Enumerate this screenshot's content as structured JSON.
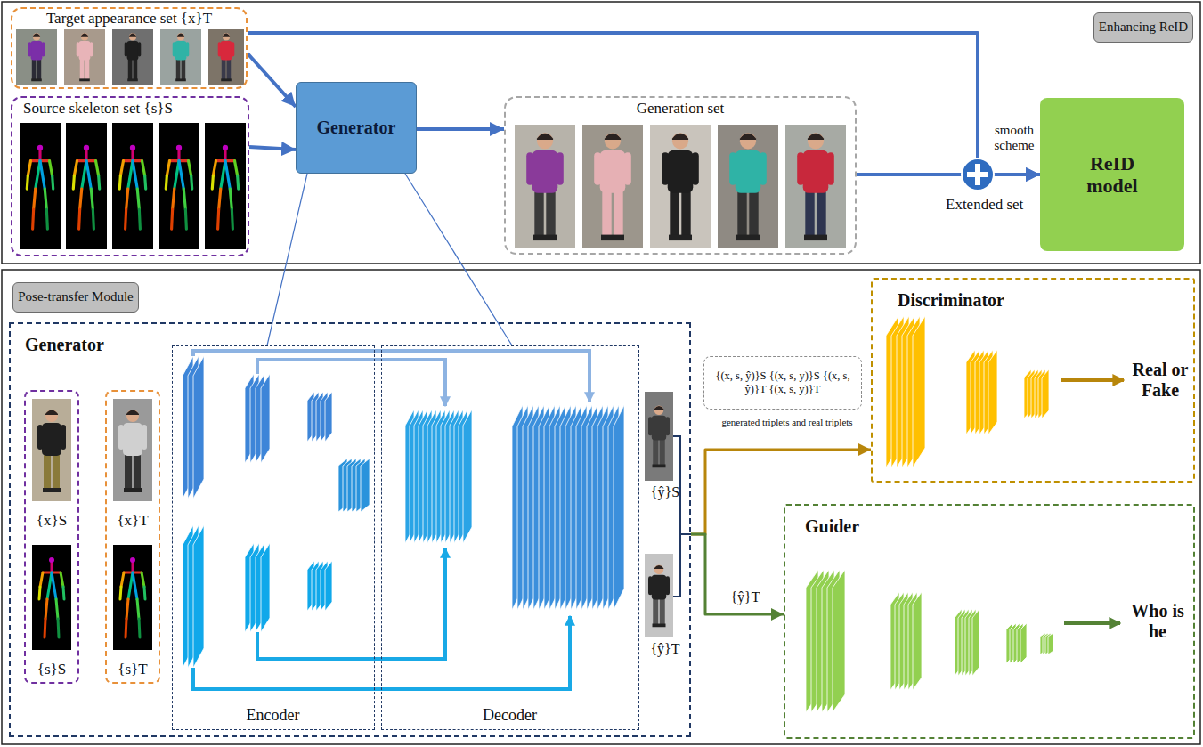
{
  "diagram": {
    "nodes": [
      {
        "text": [
          "Enhancing ReID"
        ]
      },
      {
        "text": [
          "Target appearance set {x}T"
        ]
      },
      {
        "text": [
          "Source skeleton set {s}S"
        ]
      },
      {
        "text": [
          "Generator"
        ]
      },
      {
        "text": [
          "Generation set"
        ]
      },
      {
        "text": [
          "ReID model"
        ]
      },
      {
        "text": [
          "Pose-transfer Module"
        ]
      },
      {
        "text": [
          "Generator"
        ]
      },
      {
        "text": [
          "{x}S",
          "{s}S"
        ],
        "in": 7
      },
      {
        "text": [
          "{x}T",
          "{s}T"
        ],
        "in": 7
      },
      {
        "text": [
          "Encoder"
        ],
        "in": 7
      },
      {
        "text": [
          "Decoder"
        ],
        "in": 7
      },
      {
        "text": [
          "{(x, s, ŷ)}S {(x, s, y)}S {(x, s, ŷ)}T {(x, s, y)}T"
        ]
      },
      {
        "text": [
          "Discriminator",
          "Real or Fake"
        ]
      },
      {
        "text": [
          "Guider",
          "Who is he"
        ]
      }
    ],
    "edges": [
      {
        "from": 1,
        "to": 3,
        "arrow": "to"
      },
      {
        "from": 2,
        "to": 3,
        "arrow": "to"
      },
      {
        "from": 3,
        "to": 4,
        "arrow": "to"
      },
      {
        "from": 4,
        "to": 5,
        "arrow": "to"
      },
      {
        "from": 1,
        "to": 5,
        "arrow": "to"
      },
      {
        "from": 3,
        "to": 10,
        "arrow": "none"
      },
      {
        "from": 3,
        "to": 11,
        "arrow": "none"
      },
      {
        "from": 7,
        "to": 13,
        "label": "generated triplets and real triplets",
        "arrow": "to"
      },
      {
        "from": 7,
        "to": 14,
        "label": "{ŷ}T",
        "arrow": "to"
      }
    ],
    "labels": [
      "Extended set",
      "smooth scheme",
      "{ŷ}S",
      "{ŷ}T"
    ]
  }
}
